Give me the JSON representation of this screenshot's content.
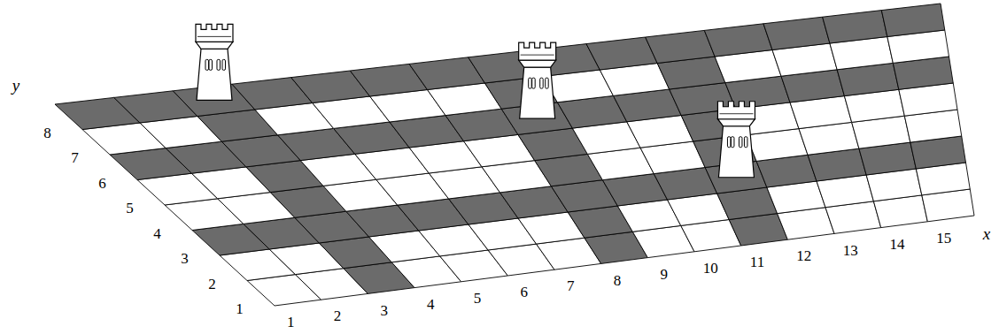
{
  "diagram": {
    "labels": [
      "y",
      "8",
      "7",
      "6",
      "5",
      "4",
      "3",
      "2",
      "1",
      "1",
      "2",
      "3",
      "4",
      "5",
      "6",
      "7",
      "8",
      "9",
      "10",
      "11",
      "12",
      "13",
      "14",
      "15",
      "x"
    ]
  }
}
